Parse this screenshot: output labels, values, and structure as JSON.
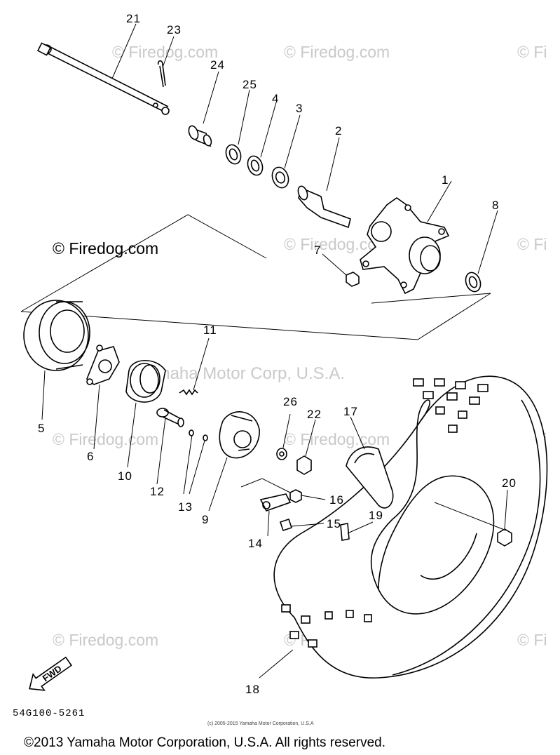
{
  "watermark": {
    "site": "© Firedog.com",
    "partial": "© Fi",
    "corp": "Yamaha Motor Corp, U.S.A."
  },
  "callouts": [
    "1",
    "2",
    "3",
    "4",
    "5",
    "6",
    "7",
    "8",
    "9",
    "10",
    "11",
    "12",
    "13",
    "14",
    "15",
    "16",
    "17",
    "18",
    "19",
    "20",
    "21",
    "22",
    "23",
    "24",
    "25",
    "26"
  ],
  "fwd_label": "FWD",
  "diagram_code": "54G100-5261",
  "small_copyright": "(c) 2005-2015 Yamaha Motor Corporation, U.S.A",
  "footer": "©2013 Yamaha Motor Corporation, U.S.A. All rights reserved."
}
